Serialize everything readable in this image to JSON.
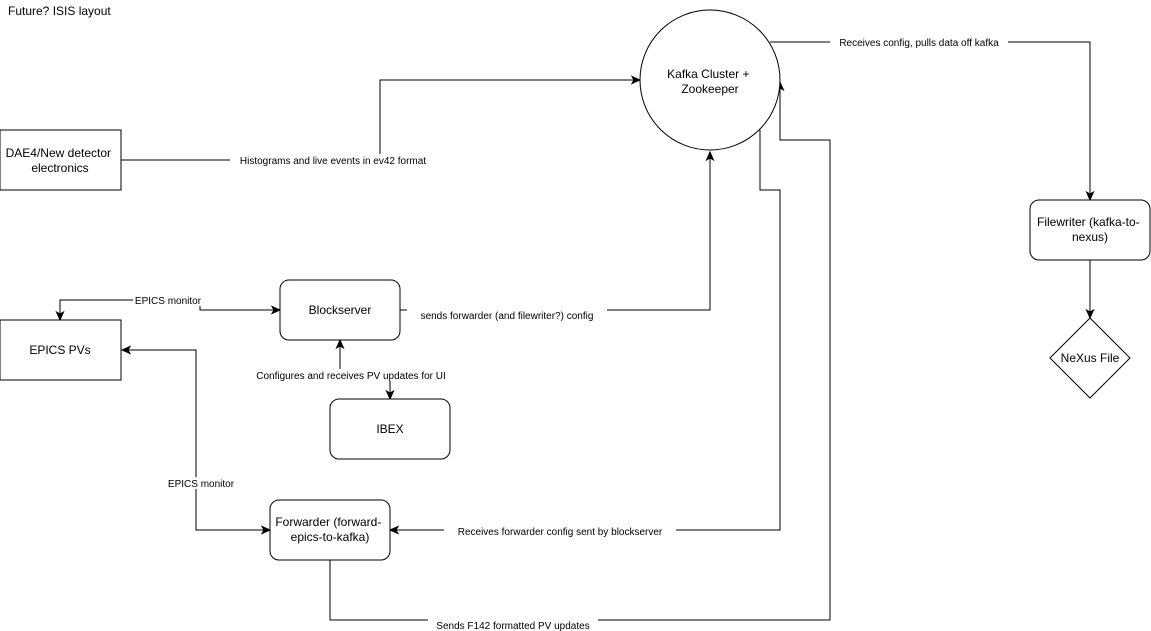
{
  "title": "Future? ISIS layout",
  "nodes": {
    "dae": {
      "lines": [
        "DAE4/New detector",
        "electronics"
      ]
    },
    "kafka": {
      "lines": [
        "Kafka Cluster +",
        "Zookeeper"
      ]
    },
    "filewriter": {
      "lines": [
        "Filewriter (kafka-to-",
        "nexus)"
      ]
    },
    "nexus": {
      "lines": [
        "NeXus File"
      ]
    },
    "blockserver": {
      "lines": [
        "Blockserver"
      ]
    },
    "epics_pvs": {
      "lines": [
        "EPICS PVs"
      ]
    },
    "ibex": {
      "lines": [
        "IBEX"
      ]
    },
    "forwarder": {
      "lines": [
        "Forwarder (forward-",
        "epics-to-kafka)"
      ]
    }
  },
  "edges": {
    "histograms": "Histograms and live events in ev42 format",
    "receives_config": "Receives config, pulls data off kafka",
    "epics_monitor_top": "EPICS monitor",
    "sends_forwarder": "sends forwarder (and filewriter?) config",
    "configures": "Configures and receives PV updates for UI",
    "epics_monitor_bottom": "EPICS monitor",
    "receives_forwarder": "Receives forwarder config sent by blockserver",
    "sends_f142": "Sends F142 formatted PV updates"
  }
}
